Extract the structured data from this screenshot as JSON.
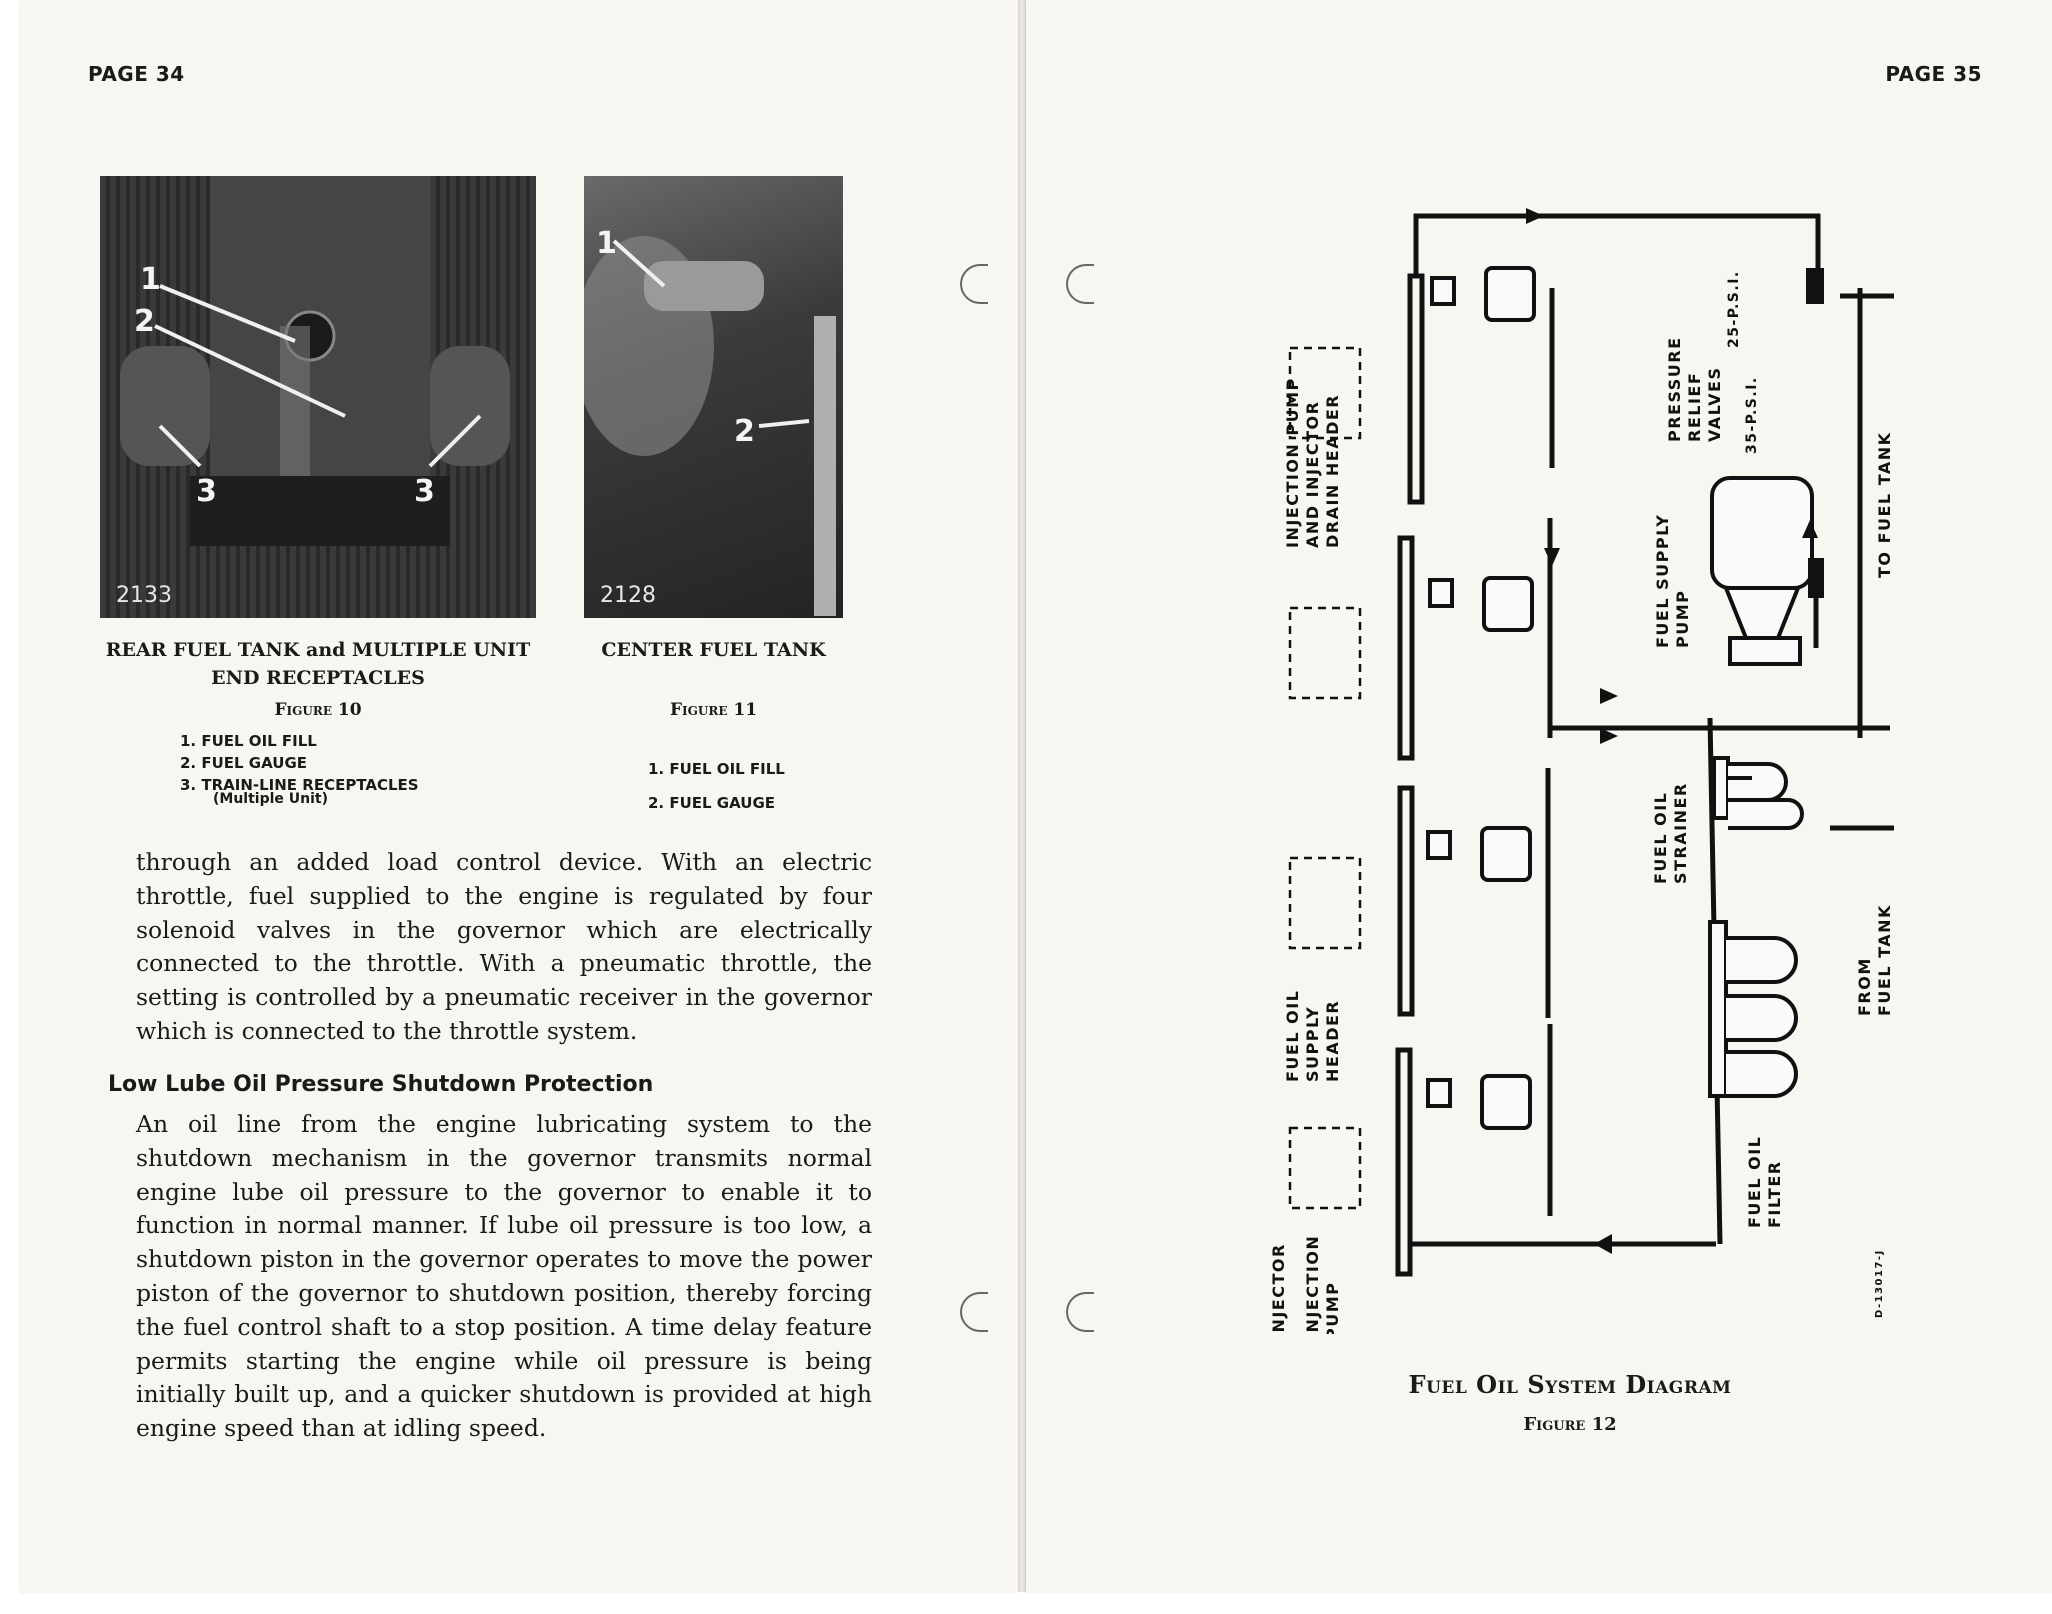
{
  "left_page": {
    "page_number": "PAGE 34",
    "figure10": {
      "photo_id": "2133",
      "callouts": [
        "1",
        "2",
        "3",
        "3"
      ],
      "caption_line1": "REAR FUEL TANK and MULTIPLE UNIT",
      "caption_line2": "END RECEPTACLES",
      "figure_label": "Figure 10",
      "legend": [
        "1. FUEL OIL FILL",
        "2. FUEL GAUGE",
        "3. TRAIN-LINE RECEPTACLES"
      ],
      "legend_sub": "(Multiple Unit)"
    },
    "figure11": {
      "photo_id": "2128",
      "callouts": [
        "1",
        "2"
      ],
      "caption": "CENTER FUEL TANK",
      "figure_label": "Figure 11",
      "legend": [
        "1. FUEL OIL FILL",
        "2. FUEL GAUGE"
      ]
    },
    "paragraph1": "through an added load control device. With an electric throttle, fuel supplied to the engine is regulated by four solenoid valves in the governor which are electrically connected to the throttle. With a pneumatic throttle, the setting is controlled by a pneumatic receiver in the governor which is connected to the throttle system.",
    "heading": "Low Lube Oil Pressure Shutdown Protection",
    "paragraph2": "An oil line from the engine lubricating system to the shutdown mechanism in the governor transmits normal engine lube oil pressure to the governor to enable it to function in normal manner. If lube oil pressure is too low, a shutdown piston in the governor operates to move the power piston of the governor to shutdown position, thereby forcing the fuel control shaft to a stop position. A time delay feature permits starting the engine while oil pressure is being initially built up, and a quicker shutdown is provided at high engine speed than at idling speed."
  },
  "right_page": {
    "page_number": "PAGE 35",
    "diagram": {
      "labels": {
        "injection_pump_drain": [
          "INJECTION PUMP",
          "AND INJECTOR",
          "DRAIN HEADER"
        ],
        "supply_header": [
          "FUEL OIL",
          "SUPPLY",
          "HEADER"
        ],
        "injector": "INJECTOR",
        "injection_pump": [
          "INJECTION",
          "PUMP"
        ],
        "pressure_relief": [
          "PRESSURE",
          "RELIEF",
          "VALVES"
        ],
        "psi_25": "25-P.S.I.",
        "psi_35": "35-P.S.I.",
        "fuel_supply_pump": [
          "FUEL SUPPLY",
          "PUMP"
        ],
        "strainer": [
          "FUEL OIL",
          "STRAINER"
        ],
        "filter": [
          "FUEL OIL",
          "FILTER"
        ],
        "to_tank": "TO FUEL TANK",
        "from_tank": [
          "FROM",
          "FUEL TANK"
        ],
        "drawing_no": "D-13017-J"
      }
    },
    "diagram_title": "Fuel Oil System Diagram",
    "figure_label": "Figure 12"
  },
  "colors": {
    "paper": "#f7f6f0",
    "ink": "#1a1a1a",
    "line": "#111111"
  }
}
